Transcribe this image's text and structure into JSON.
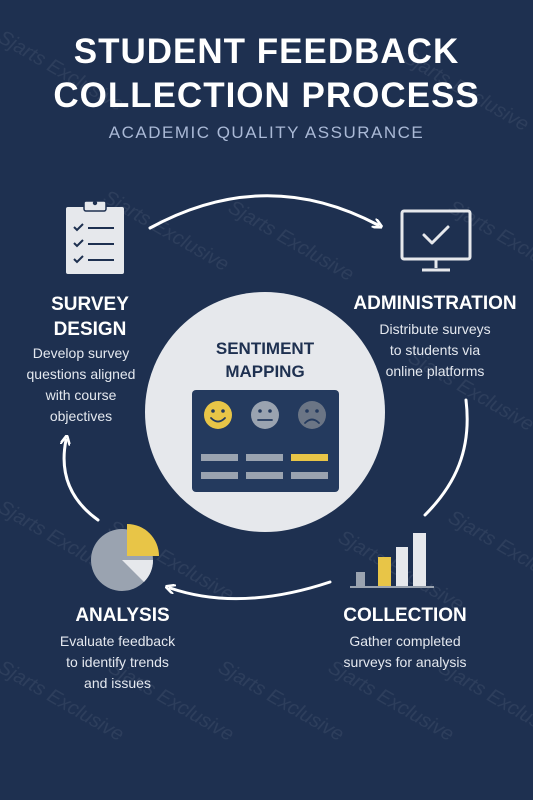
{
  "header": {
    "title_line1": "STUDENT FEEDBACK",
    "title_line2": "COLLECTION PROCESS",
    "subtitle": "ACADEMIC QUALITY ASSURANCE"
  },
  "watermark": {
    "text": "Sjarts Exclusive"
  },
  "center": {
    "title_line1": "SENTIMENT",
    "title_line2": "MAPPING",
    "faces": [
      "happy-face-icon",
      "neutral-face-icon",
      "sad-face-icon"
    ]
  },
  "steps": [
    {
      "id": "survey-design",
      "icon": "clipboard-checklist-icon",
      "title_line1": "SURVEY",
      "title_line2": "DESIGN",
      "desc": [
        "Develop survey",
        "questions aligned",
        "with course",
        "objectives"
      ]
    },
    {
      "id": "administration",
      "icon": "monitor-check-icon",
      "title_line1": "ADMINISTRATION",
      "desc": [
        "Distribute surveys",
        "to students via",
        "online platforms"
      ]
    },
    {
      "id": "collection",
      "icon": "bar-chart-icon",
      "title_line1": "COLLECTION",
      "desc": [
        "Gather completed",
        "surveys for analysis"
      ]
    },
    {
      "id": "analysis",
      "icon": "pie-chart-icon",
      "title_line1": "ANALYSIS",
      "desc": [
        "Evaluate feedback",
        "to identify trends",
        "and issues"
      ]
    }
  ],
  "colors": {
    "background": "#1e3050",
    "accent_yellow": "#e8c547",
    "light_gray": "#e6e8ec",
    "mid_gray": "#9aa3b0",
    "panel_dark": "#243a5e"
  }
}
